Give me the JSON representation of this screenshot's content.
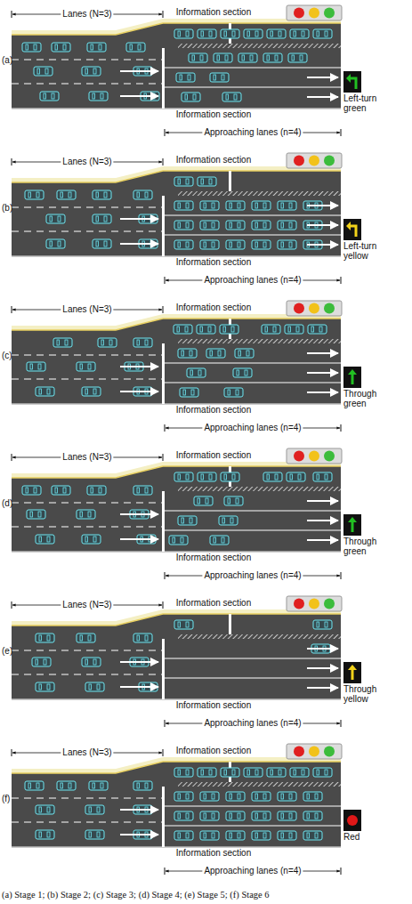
{
  "diagram": {
    "caption": "(a) Stage 1; (b) Stage 2; (c) Stage 3; (d) Stage 4; (e) Stage 5; (f) Stage 6",
    "labels": [
      "(a)",
      "Lanes (N=3)",
      "Information section",
      "Left-turn green",
      "Information section",
      "Approaching lanes (n=4)",
      "(b)",
      "Lanes (N=3)",
      "Information section",
      "Left-turn yellow",
      "Information section",
      "Approaching lanes (n=4)",
      "(c)",
      "Lanes (N=3)",
      "Information section",
      "Through green",
      "Information section",
      "Approaching lanes (n=4)",
      "(d)",
      "Lanes (N=3)",
      "Information section",
      "Through green",
      "Information section",
      "Approaching lanes (n=4)",
      "(e)",
      "Lanes (N=3)",
      "Information section",
      "Through yellow",
      "Information section",
      "Approaching lanes (n=4)",
      "(f)",
      "Lanes (N=3)",
      "Information section",
      "Red",
      "Information section",
      "Approaching lanes (n=4)"
    ]
  }
}
